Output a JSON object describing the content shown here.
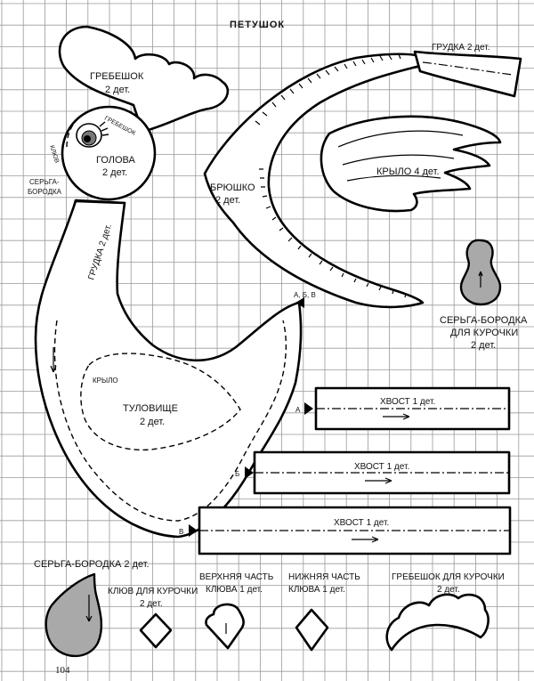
{
  "title": "ПЕТУШОК",
  "page_number": "104",
  "labels": {
    "grudka": "ГРУДКА 2 дет.",
    "grebeshok": "ГРЕБЕШОК",
    "grebeshok_count": "2 дет.",
    "grebeshok_small": "ГРЕБЕШОК",
    "klyuv": "КЛЮВ",
    "golova": "ГОЛОВА",
    "golova_count": "2 дет.",
    "serga_top": "СЕРЬГА-",
    "serga_bottom": "БОРОДКА",
    "grudka_neck": "ГРУДКА 2 дет.",
    "bryushko": "БРЮШКО",
    "bryushko_count": "2 дет.",
    "krylo": "КРЫЛО 4 дет.",
    "serga_kurochka_1": "СЕРЬГА-БОРОДКА",
    "serga_kurochka_2": "ДЛЯ КУРОЧКИ",
    "serga_kurochka_3": "2 дет.",
    "abv": "А, Б, В",
    "krylo_dashed": "КРЫЛО",
    "tulovishche": "ТУЛОВИЩЕ",
    "tulovishche_count": "2 дет.",
    "khvost_a": "ХВОСТ 1 дет.",
    "khvost_b": "ХВОСТ 1 дет.",
    "khvost_v": "ХВОСТ 1 дет.",
    "mark_a": "А",
    "mark_b": "Б",
    "mark_v": "В",
    "serga_bottom_title": "СЕРЬГА-БОРОДКА 2 дет.",
    "klyuv_kurochka_1": "КЛЮВ ДЛЯ КУРОЧКИ",
    "klyuv_kurochka_2": "2 дет.",
    "upper_beak_1": "ВЕРХНЯЯ ЧАСТЬ",
    "upper_beak_2": "КЛЮВА 1 дет.",
    "lower_beak_1": "НИЖНЯЯ ЧАСТЬ",
    "lower_beak_2": "КЛЮВА 1 дет.",
    "comb_kurochka_1": "ГРЕБЕШОК ДЛЯ КУРОЧКИ",
    "comb_kurochka_2": "2 дет."
  },
  "colors": {
    "fill_gray": "#a9a9a9",
    "grid": "#9a9a9a",
    "outline": "#000000"
  }
}
